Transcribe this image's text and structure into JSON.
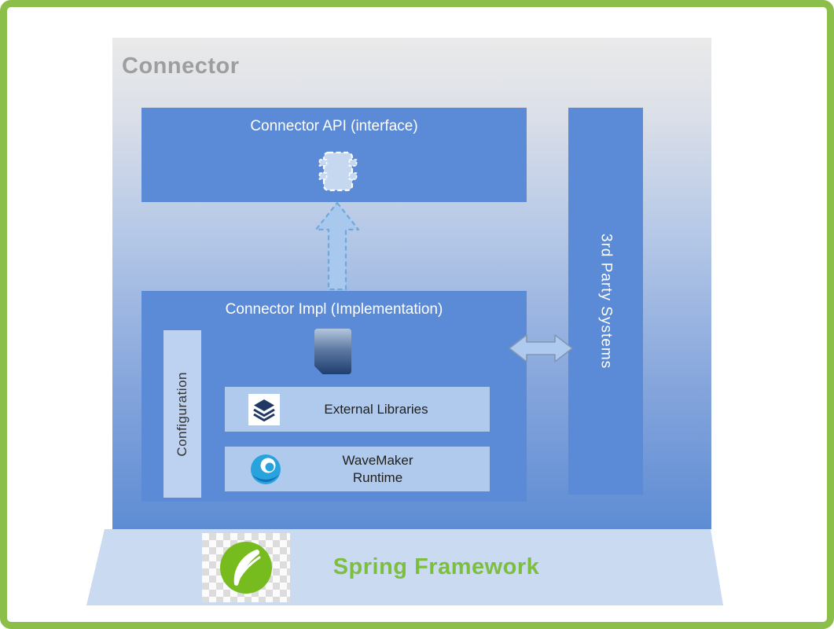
{
  "diagram": {
    "title": "Connector",
    "boxes": {
      "api": {
        "label": "Connector API (interface)"
      },
      "impl": {
        "label": "Connector Impl (Implementation)"
      },
      "third_party": {
        "label": "3rd Party Systems"
      },
      "configuration": {
        "label": "Configuration"
      },
      "external_libraries": {
        "label": "External Libraries"
      },
      "wavemaker": {
        "line1": "WaveMaker",
        "line2": "Runtime"
      },
      "spring": {
        "label": "Spring Framework"
      }
    },
    "icons": {
      "api_icon": "plugin-chip-icon",
      "impl_icon": "document-icon",
      "external_libraries_icon": "layers-icon",
      "wavemaker_icon": "wave-icon",
      "spring_icon": "spring-leaf-icon",
      "up_arrow": "dashed-up-arrow",
      "lateral_arrow": "double-headed-arrow"
    },
    "colors": {
      "frame_green": "#8CBE4A",
      "box_blue": "#5B8BD6",
      "light_bar_blue": "#AFCAEC",
      "configuration_blue": "#BCD2F0",
      "panel_gradient_top": "#EAEAEA",
      "panel_gradient_bottom": "#5E8CD4",
      "spring_band_blue": "#C9DAF1",
      "spring_green": "#7CBF3F",
      "title_gray": "#9E9E9E",
      "navy_icon": "#1F3864"
    }
  }
}
